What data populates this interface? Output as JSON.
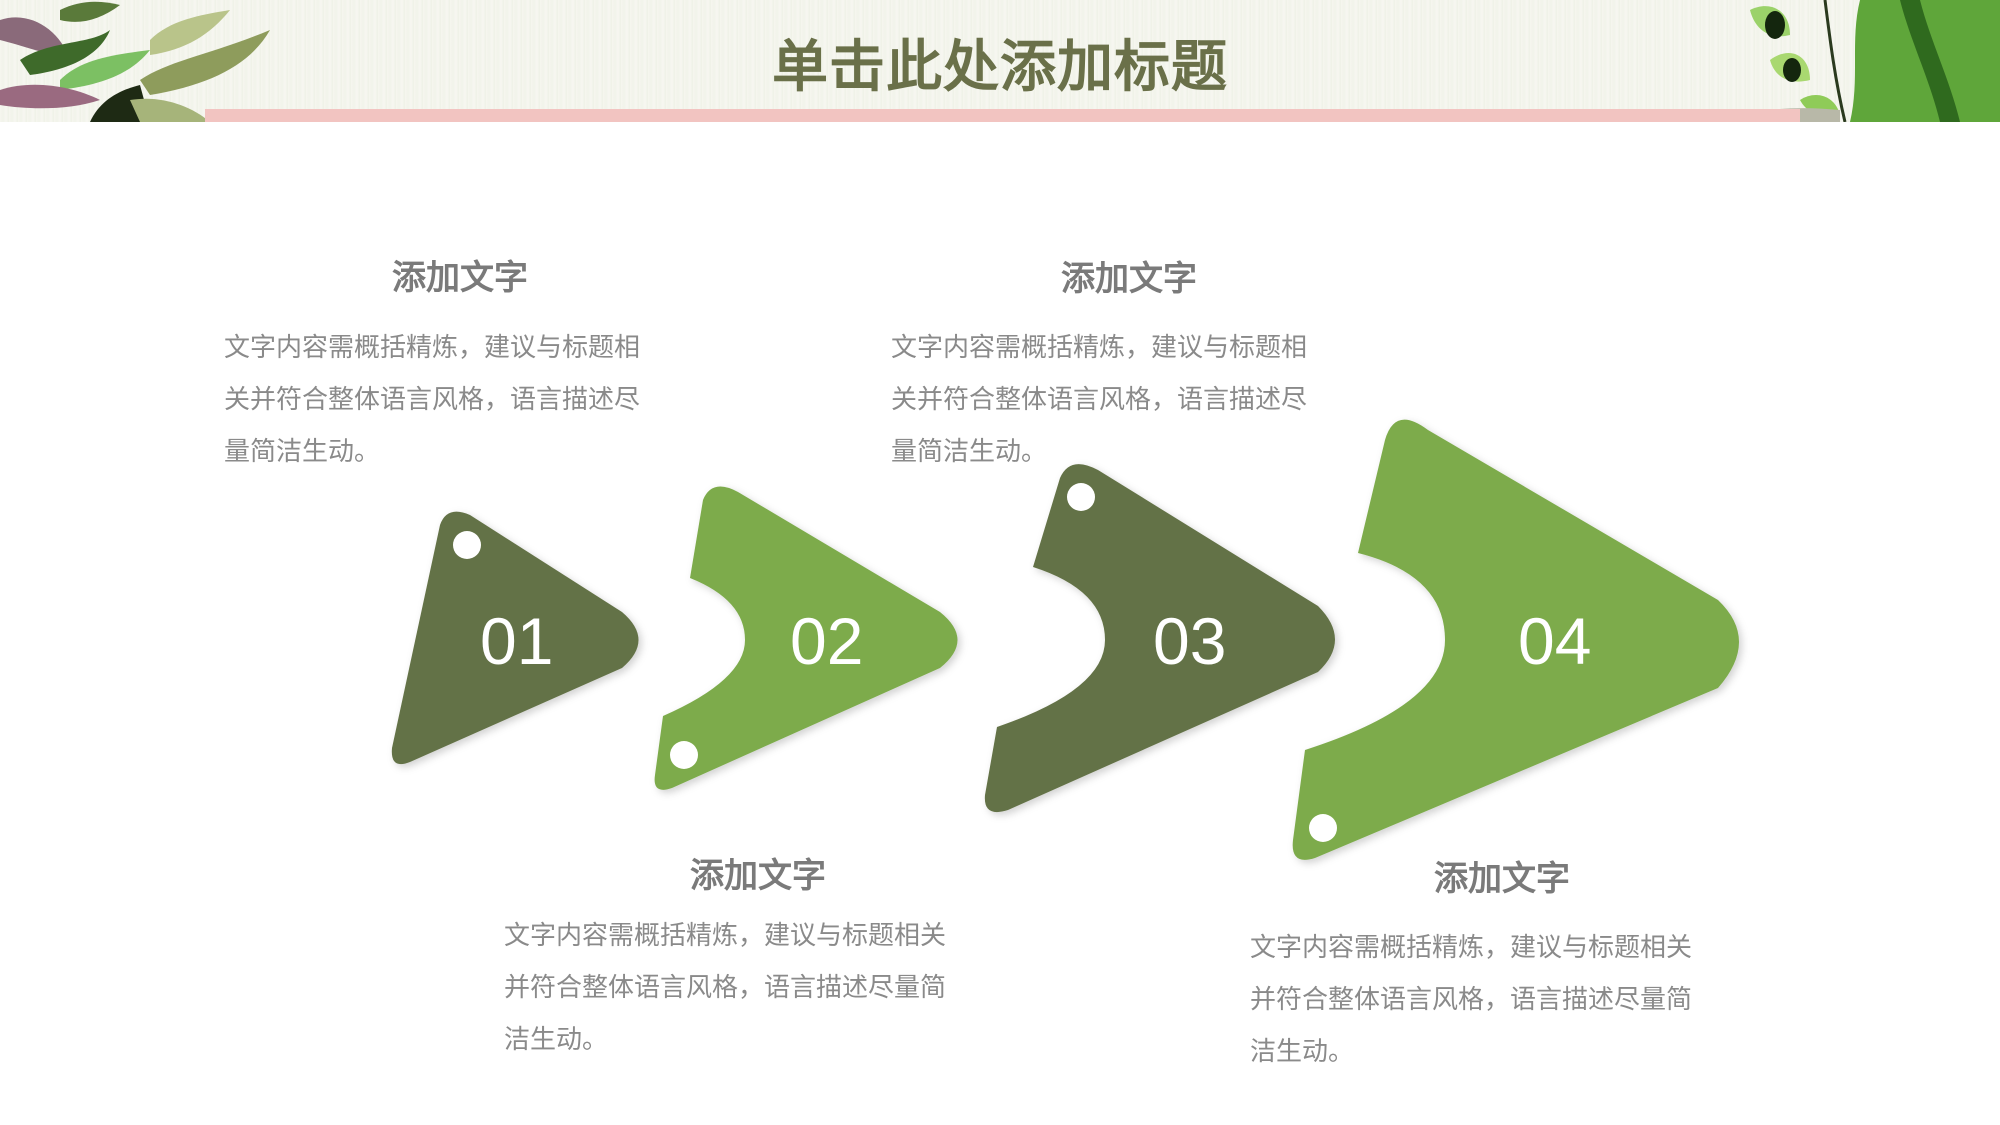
{
  "slide": {
    "title": "单击此处添加标题",
    "colors": {
      "dark_green": "#647246",
      "light_green": "#7dab4c",
      "title_color": "#6a7049",
      "pink_bar": "#f2c4c1",
      "heading_text": "#7a7a7a",
      "body_text": "#8a8a8a"
    }
  },
  "steps": [
    {
      "number": "01",
      "heading": "添加文字",
      "lines": [
        "文字内容需概括精炼，建议与标题相",
        "关并符合整体语言风格，语言描述尽",
        "量简洁生动。"
      ]
    },
    {
      "number": "02",
      "heading": "添加文字",
      "lines": [
        "文字内容需概括精炼，建议与标题相关",
        "并符合整体语言风格，语言描述尽量简",
        "洁生动。"
      ]
    },
    {
      "number": "03",
      "heading": "添加文字",
      "lines": [
        "文字内容需概括精炼，建议与标题相",
        "关并符合整体语言风格，语言描述尽",
        "量简洁生动。"
      ]
    },
    {
      "number": "04",
      "heading": "添加文字",
      "lines": [
        "文字内容需概括精炼，建议与标题相关",
        "并符合整体语言风格，语言描述尽量简",
        "洁生动。"
      ]
    }
  ]
}
